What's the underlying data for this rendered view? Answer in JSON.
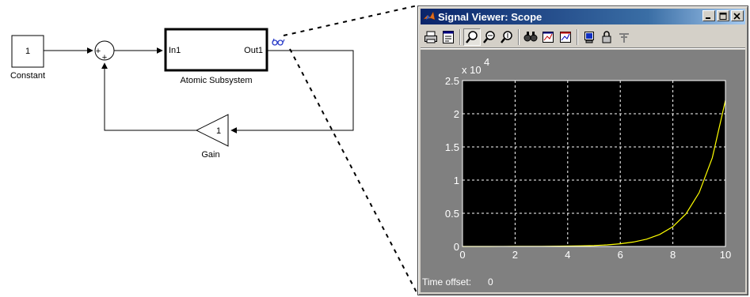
{
  "diagram": {
    "constant": {
      "value": "1",
      "label": "Constant"
    },
    "sum": {
      "signs": [
        "+",
        "+"
      ]
    },
    "subsystem": {
      "in_port": "In1",
      "out_port": "Out1",
      "label": "Atomic Subsystem"
    },
    "gain": {
      "value": "1",
      "label": "Gain"
    },
    "viewer_icon": "glasses-icon"
  },
  "scope_window": {
    "title": "Signal Viewer: Scope",
    "title_buttons": [
      "minimize",
      "maximize",
      "close"
    ],
    "toolbar": [
      {
        "icon": "print-icon"
      },
      {
        "icon": "parameters-icon"
      },
      {
        "sep": true
      },
      {
        "icon": "zoom-icon",
        "pressed": true
      },
      {
        "icon": "zoom-x-icon"
      },
      {
        "icon": "zoom-y-icon"
      },
      {
        "sep": true
      },
      {
        "icon": "autoscale-icon"
      },
      {
        "icon": "save-axes-icon"
      },
      {
        "icon": "restore-axes-icon"
      },
      {
        "sep": true
      },
      {
        "icon": "float-scope-icon"
      },
      {
        "icon": "lock-axes-icon"
      },
      {
        "icon": "signal-selection-icon"
      }
    ],
    "time_offset_label": "Time offset:",
    "time_offset_value": "0",
    "colors": {
      "plot_bg": "#000000",
      "frame_bg": "#808080",
      "trace": "#ffff00",
      "grid": "#ffffff"
    }
  },
  "chart_data": {
    "type": "line",
    "exponent_label": "x 10",
    "exponent_power": "4",
    "x_ticks": [
      "0",
      "2",
      "4",
      "6",
      "8",
      "10"
    ],
    "y_ticks": [
      "0",
      "0.5",
      "1",
      "1.5",
      "2",
      "2.5"
    ],
    "xlim": [
      0,
      10
    ],
    "ylim": [
      0,
      2.5
    ],
    "scale": 10000,
    "grid": true,
    "series": [
      {
        "x": [
          0,
          1,
          2,
          3,
          4,
          4.5,
          5,
          5.5,
          6,
          6.5,
          7,
          7.5,
          8,
          8.5,
          9,
          9.5,
          10
        ],
        "y": [
          0,
          0.0002,
          0.0006,
          0.0019,
          0.0054,
          0.009,
          0.0147,
          0.0244,
          0.0402,
          0.0664,
          0.1096,
          0.1807,
          0.298,
          0.4914,
          0.8102,
          1.3358,
          2.2025
        ]
      }
    ]
  }
}
